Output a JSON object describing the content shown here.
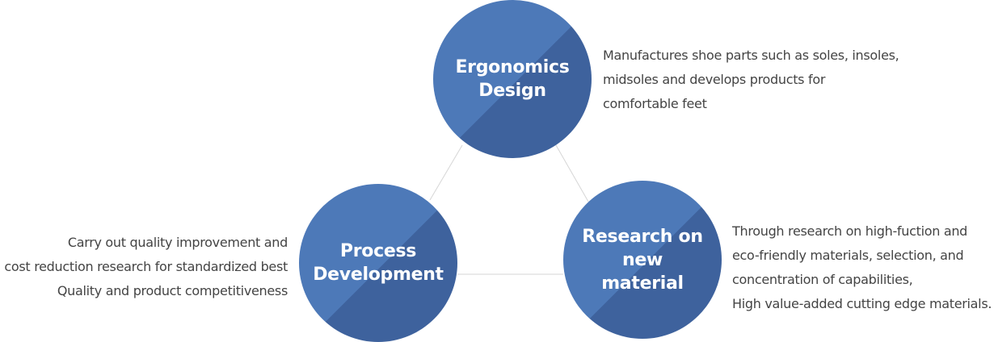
{
  "nodes": {
    "ergonomics": {
      "label": "Ergonomics\nDesign",
      "description": [
        "Manufactures shoe parts such as soles, insoles,",
        "midsoles and develops products for",
        "comfortable feet"
      ]
    },
    "process": {
      "label": "Process\nDevelopment",
      "description": [
        "Carry out quality improvement and",
        "cost reduction research for standardized best",
        "Quality and product competitiveness"
      ]
    },
    "material": {
      "label": "Research on\nnew\nmaterial",
      "description": [
        "Through research on high-fuction and",
        "eco-friendly materials, selection, and",
        "concentration of capabilities,",
        "High value-added cutting edge materials."
      ]
    }
  },
  "colors": {
    "circle_light": "#4d79b8",
    "circle_dark": "#3e629d",
    "connector": "#d6d6d6",
    "text": "#444444"
  }
}
